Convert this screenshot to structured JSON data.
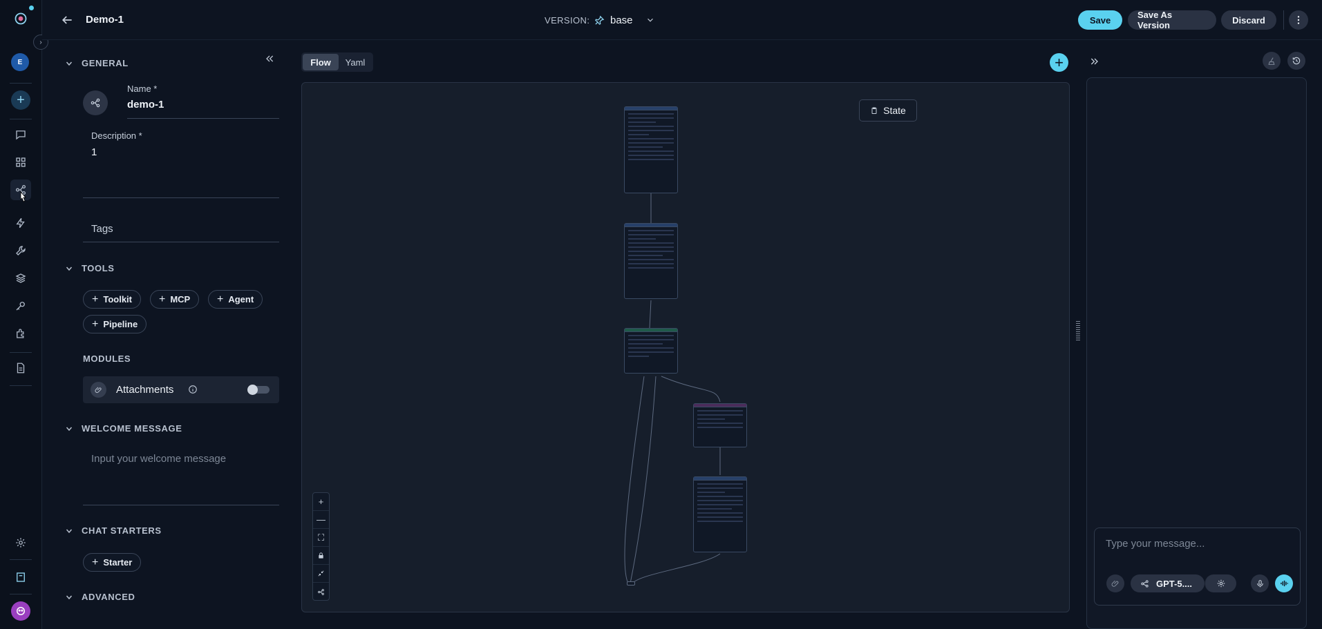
{
  "rail": {
    "avatar_letter": "E",
    "icons": [
      "logo-icon",
      "plus-icon",
      "chat-icon",
      "grid-icon",
      "flow-icon",
      "lightning-icon",
      "wrench-icon",
      "layers-icon",
      "key-icon",
      "puzzle-icon",
      "file-icon",
      "settings-icon",
      "book-icon",
      "bot-icon"
    ]
  },
  "header": {
    "title": "Demo-1",
    "version_label": "VERSION:",
    "version_value": "base",
    "save": "Save",
    "save_as_version": "Save As Version",
    "discard": "Discard"
  },
  "general": {
    "section": "GENERAL",
    "name_label": "Name *",
    "name_value": "demo-1",
    "description_label": "Description *",
    "description_value": "1",
    "tags_label": "Tags"
  },
  "tools": {
    "section": "TOOLS",
    "buttons": [
      "Toolkit",
      "MCP",
      "Agent",
      "Pipeline"
    ]
  },
  "modules": {
    "section": "MODULES",
    "attachments_label": "Attachments"
  },
  "welcome": {
    "section": "WELCOME MESSAGE",
    "placeholder": "Input your welcome message"
  },
  "chat_starters": {
    "section": "CHAT STARTERS",
    "button": "Starter"
  },
  "advanced": {
    "section": "ADVANCED"
  },
  "canvas": {
    "tabs": [
      "Flow",
      "Yaml"
    ],
    "active_tab": "Flow",
    "state_button": "State"
  },
  "chat": {
    "placeholder": "Type your message...",
    "model": "GPT-5...."
  },
  "colors": {
    "accent": "#5ad1ef",
    "background": "#0d1421"
  }
}
